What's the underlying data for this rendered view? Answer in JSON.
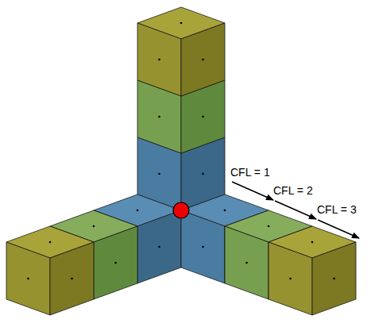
{
  "diagram": {
    "labels": [
      "CFL = 1",
      "CFL = 2",
      "CFL = 3"
    ]
  }
}
